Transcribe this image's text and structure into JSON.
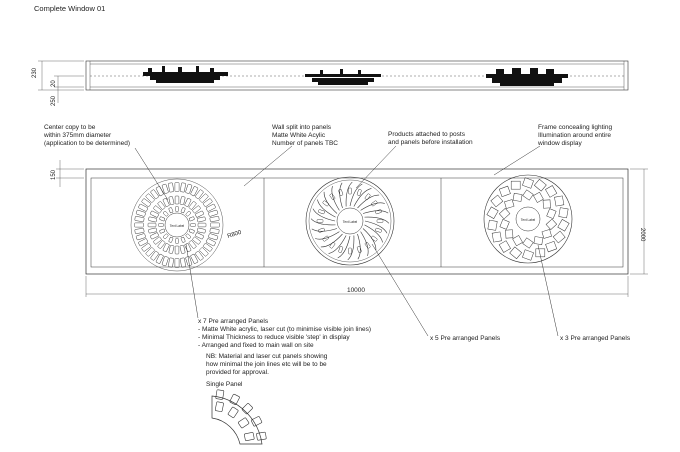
{
  "title": "Complete Window 01",
  "elevation": {
    "dim_230": "230",
    "dim_20": "20",
    "dim_250": "250"
  },
  "plan": {
    "dim_150": "150",
    "dim_2000": "2000",
    "dim_10000": "10000",
    "radius_label": "R800",
    "circle_center_labels": [
      "Text Label",
      "Text Label",
      "Text Label"
    ]
  },
  "notes": {
    "center_copy": [
      "Center copy to be",
      "within 375mm diameter",
      "(application to be determined)"
    ],
    "wall_split": [
      "Wall split into panels",
      "Matte White Acylic",
      "Number of panels TBC"
    ],
    "products": [
      "Products attached to posts",
      "and panels before installation"
    ],
    "frame": [
      "Frame concealing lighting",
      "Illumination around entire",
      "window display"
    ],
    "panels_7": [
      "x 7 Pre arranged Panels",
      "- Matte White acrylic, laser cut (to minimise visible join lines)",
      "- Minimal Thickness to reduce visible 'step' in display",
      "- Arranged and fixed to main wall on site"
    ],
    "nb": [
      "NB: Material and laser cut panels showing",
      "how minimal the join lines etc will be to be",
      "provided for approval."
    ],
    "panels_5": "x 5 Pre arranged Panels",
    "panels_3": "x 3 Pre arranged Panels",
    "single_panel": "Single Panel"
  }
}
